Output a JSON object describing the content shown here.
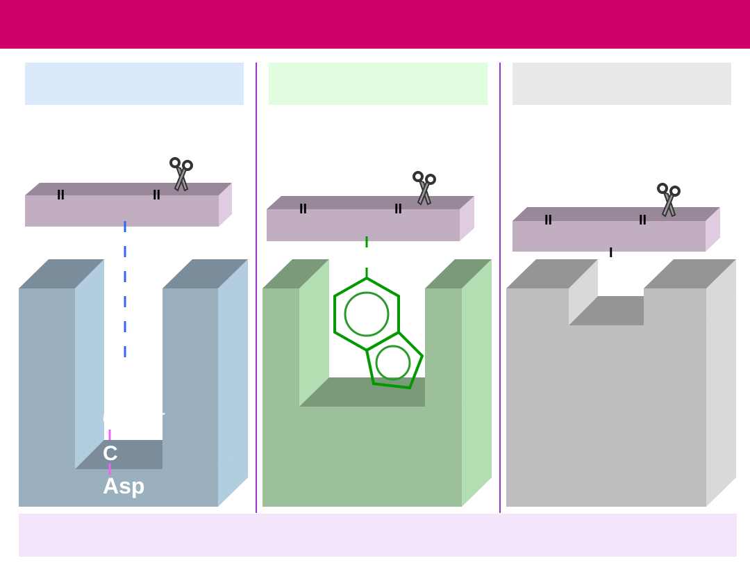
{
  "colors": {
    "header": "#cc0066",
    "divider": "#9933cc",
    "panel1_box": "#dbeafa",
    "panel2_box": "#e0fde0",
    "panel3_box": "#e8e8e8",
    "footer_box": "#f3e6fb"
  },
  "panels": [
    {
      "marks": [
        "II",
        "II"
      ],
      "labels": {
        "coo": "COO",
        "charge": "-",
        "c": "C",
        "asp": "Asp"
      }
    },
    {
      "marks": [
        "II",
        "II"
      ]
    },
    {
      "marks": [
        "II",
        "II"
      ],
      "bottom_mark": "I"
    }
  ]
}
